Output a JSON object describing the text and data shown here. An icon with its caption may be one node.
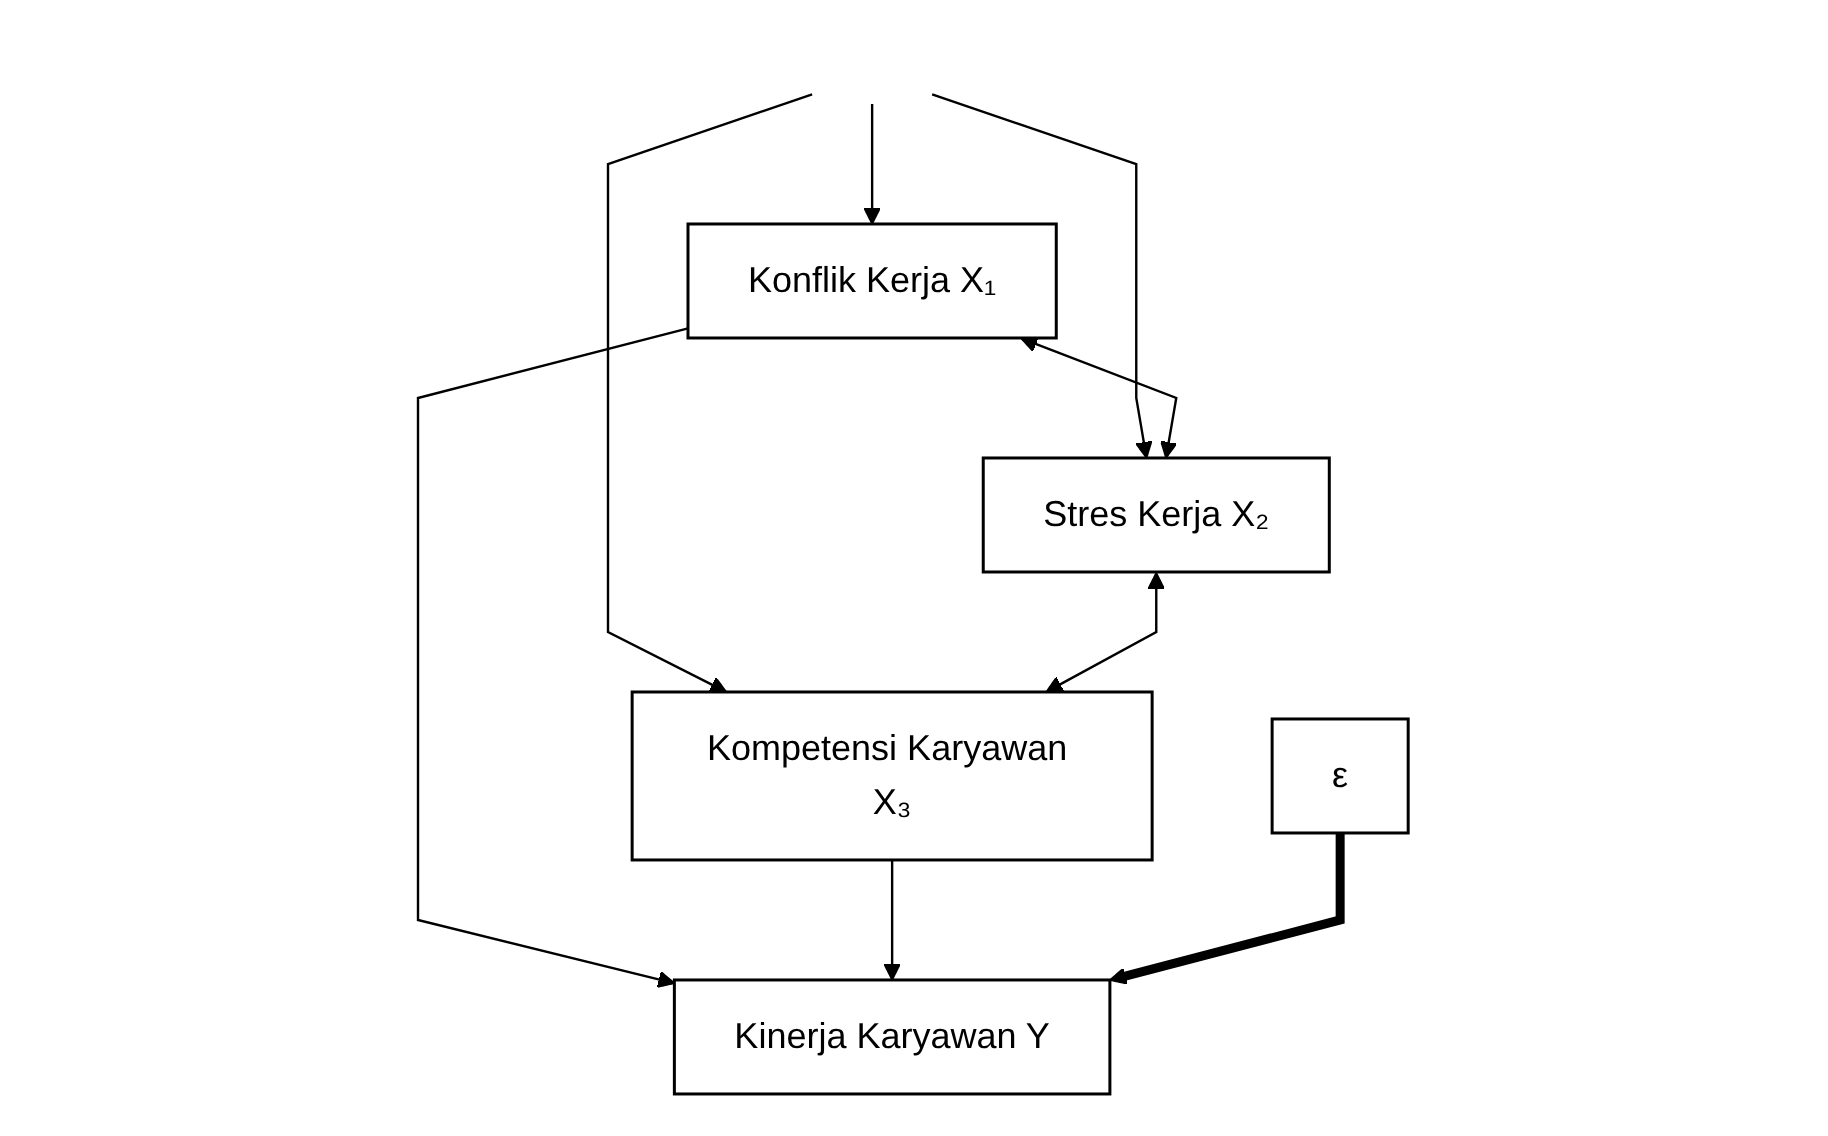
{
  "diagram": {
    "nodes": [
      {
        "text": [
          "Konflik Kerja X₁"
        ]
      },
      {
        "text": [
          "Stres Kerja X₂"
        ]
      },
      {
        "text": [
          "Kompetensi Karyawan X₃"
        ]
      },
      {
        "text": [
          "ε"
        ]
      },
      {
        "text": [
          "Kinerja Karyawan Y"
        ]
      }
    ],
    "edges": [
      {
        "from": null,
        "to": 0,
        "arrow": "to"
      },
      {
        "from": null,
        "to": 1,
        "arrow": "to"
      },
      {
        "from": null,
        "to": 2,
        "arrow": "to"
      },
      {
        "from": 0,
        "to": 1,
        "arrow": "both"
      },
      {
        "from": 1,
        "to": 2,
        "arrow": "both"
      },
      {
        "from": 0,
        "to": 4,
        "arrow": "to"
      },
      {
        "from": 2,
        "to": 4,
        "arrow": "to"
      },
      {
        "from": 3,
        "to": 4,
        "arrow": "to",
        "style": "thick"
      }
    ]
  }
}
